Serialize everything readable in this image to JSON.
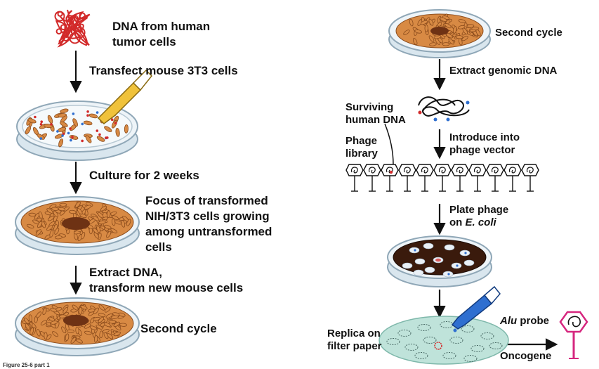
{
  "left": {
    "dna_label_1": "DNA from human",
    "dna_label_2": "tumor cells",
    "step_transfect": "Transfect mouse 3T3 cells",
    "step_culture": "Culture for 2 weeks",
    "focus_1": "Focus of transformed",
    "focus_2": "NIH/3T3 cells growing",
    "focus_3": "among untransformed",
    "focus_4": "cells",
    "extract_1": "Extract DNA,",
    "extract_2": "transform new mouse cells",
    "second_cycle": "Second cycle",
    "figure_caption": "Figure 25-6 part 1"
  },
  "right": {
    "second_cycle": "Second cycle",
    "extract_genomic": "Extract genomic DNA",
    "surviving_1": "Surviving",
    "surviving_2": "human DNA",
    "phage_1": "Phage",
    "phage_2": "library",
    "introduce_1": "Introduce into",
    "introduce_2": "phage vector",
    "plate_1": "Plate phage",
    "plate_2_prefix": "on ",
    "plate_2_italic": "E. coli",
    "alu_italic": "Alu",
    "alu_suffix": " probe",
    "replica_1": "Replica on",
    "replica_2": "filter paper",
    "oncogene": "Oncogene"
  },
  "colors": {
    "cell_fill": "#d88a44",
    "cell_edge": "#8a4b1c",
    "focus_dark": "#6e3214",
    "dna_red": "#d22a2a",
    "dish_line": "#8fa7b7",
    "dish_fill": "#eef4f8",
    "filter_fill": "#bfe3da",
    "probe_blue": "#2f6fd0",
    "oncogene_pink": "#d6277f",
    "plate_dark": "#3a1a0c"
  }
}
